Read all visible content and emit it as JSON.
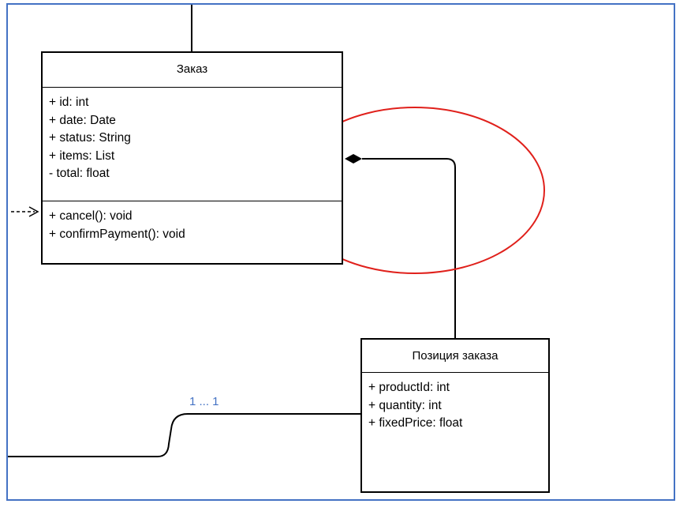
{
  "classes": {
    "order": {
      "name": "Заказ",
      "attributes": [
        "+ id: int",
        "+ date: Date",
        "+ status: String",
        "+ items: List",
        "- total: float"
      ],
      "operations": [
        "+ cancel(): void",
        "+ confirmPayment(): void"
      ]
    },
    "order_item": {
      "name": "Позиция заказа",
      "attributes": [
        "+ productId: int",
        "+ quantity: int",
        "+ fixedPrice: float"
      ]
    }
  },
  "multiplicity": "1 ... 1",
  "colors": {
    "frame": "#4472c4",
    "highlight_ellipse": "#e0201b",
    "multiplicity_text": "#4472c4",
    "lines": "#000000"
  }
}
